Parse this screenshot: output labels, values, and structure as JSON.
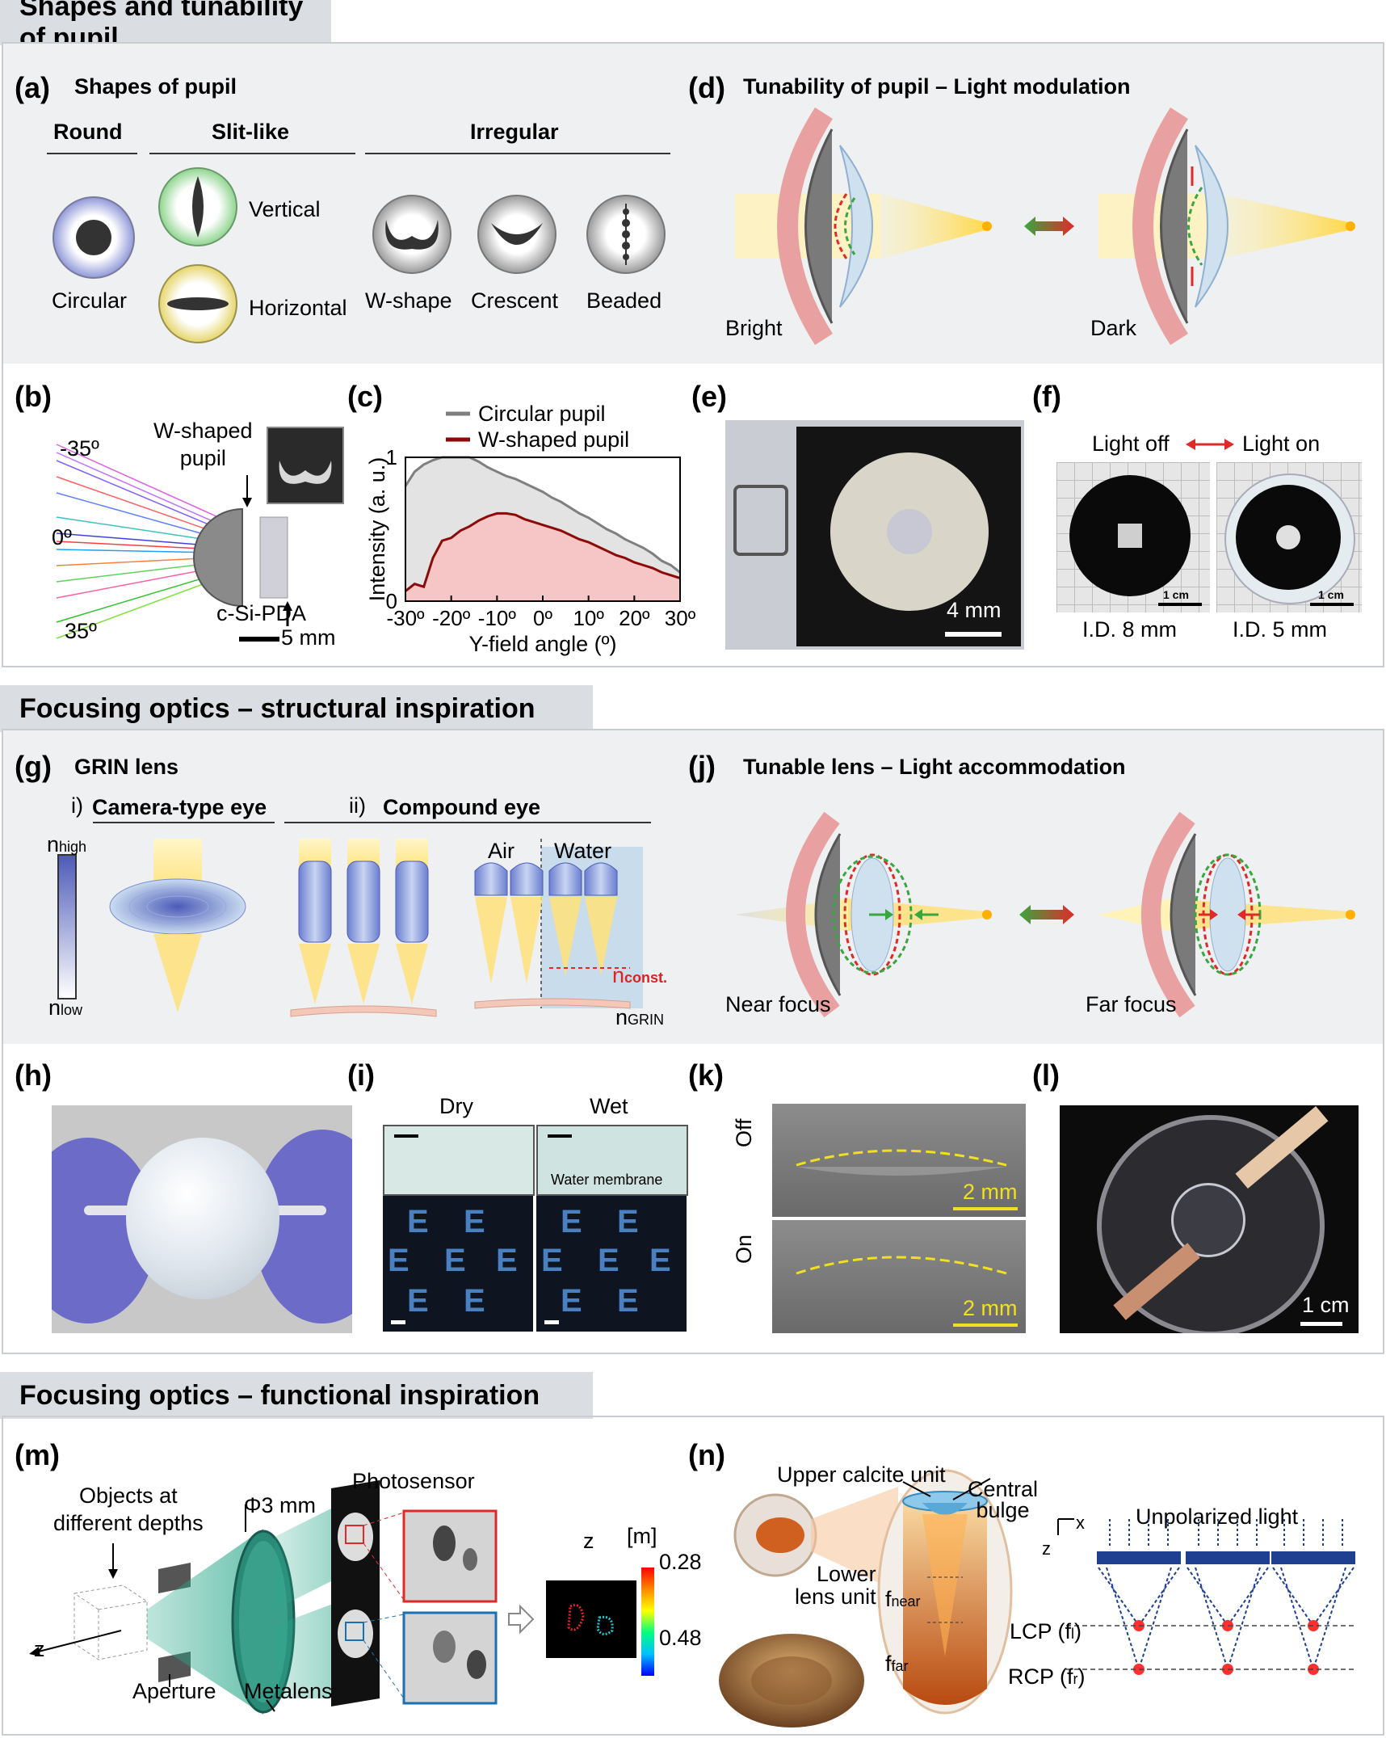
{
  "section1": {
    "title": "Shapes and tunability of pupil",
    "a": {
      "label": "(a)",
      "title": "Shapes of pupil",
      "groups": [
        "Round",
        "Slit-like",
        "Irregular"
      ],
      "shapes": [
        "Circular",
        "Vertical",
        "Horizontal",
        "W-shape",
        "Crescent",
        "Beaded"
      ]
    },
    "d": {
      "label": "(d)",
      "title": "Tunability of pupil –  Light modulation",
      "states": [
        "Bright",
        "Dark"
      ]
    },
    "b": {
      "label": "(b)",
      "pupil_label": "W-shaped\npupil",
      "angles": [
        "-35º",
        "0º",
        "35º"
      ],
      "detector": "c-Si-PDA",
      "scale": "5 mm"
    },
    "c": {
      "label": "(c)"
    },
    "e": {
      "label": "(e)",
      "scale": "4 mm"
    },
    "f": {
      "label": "(f)",
      "left": "Light off",
      "right": "Light on",
      "scale": "1 cm",
      "captions": [
        "I.D. 8 mm",
        "I.D. 5 mm"
      ]
    }
  },
  "section2": {
    "title": "Focusing optics – structural inspiration",
    "g": {
      "label": "(g)",
      "title": "GRIN lens",
      "sub_i_num": "i)",
      "sub_i": "Camera-type eye",
      "sub_ii_num": "ii)",
      "sub_ii": "Compound eye",
      "n_high_base": "n",
      "n_high_sub": "high",
      "n_low_base": "n",
      "n_low_sub": "low",
      "air": "Air",
      "water": "Water",
      "n_const_base": "n",
      "n_const_sub": "const.",
      "n_grin_base": "n",
      "n_grin_sub": "GRIN"
    },
    "j": {
      "label": "(j)",
      "title": "Tunable lens – Light accommodation",
      "states": [
        "Near focus",
        "Far focus"
      ]
    },
    "h": {
      "label": "(h)"
    },
    "i": {
      "label": "(i)",
      "dry": "Dry",
      "wet": "Wet",
      "membrane": "Water membrane",
      "letter": "E"
    },
    "k": {
      "label": "(k)",
      "off": "Off",
      "on": "On",
      "scale": "2 mm"
    },
    "l": {
      "label": "(l)",
      "scale": "1 cm"
    }
  },
  "section3": {
    "title": "Focusing optics – functional inspiration",
    "m": {
      "label": "(m)",
      "objects": "Objects at\ndifferent depths",
      "diameter": "Φ3 mm",
      "photosensor": "Photosensor",
      "aperture": "Aperture",
      "metalens": "Metalens",
      "z": "z",
      "unit": "[m]",
      "cbar_top": "0.28",
      "cbar_bottom": "0.48"
    },
    "n": {
      "label": "(n)",
      "upper": "Upper calcite unit",
      "bulge": "Central\nbulge",
      "lower": "Lower\nlens unit",
      "f_near_base": "f",
      "f_near_sub": "near",
      "f_far_base": "f",
      "f_far_sub": "far",
      "unpolarized": "Unpolarized light",
      "x": "x",
      "z": "z",
      "lcp_base": "LCP (f",
      "lcp_sub": "l",
      "lcp_end": ")",
      "rcp_base": "RCP (f",
      "rcp_sub": "r",
      "rcp_end": ")"
    }
  },
  "chart_data": {
    "type": "area",
    "title": "",
    "xlabel": "Y-field angle (º)",
    "ylabel": "Intensity (a. u.)",
    "xlim": [
      -30,
      30
    ],
    "ylim": [
      0,
      1
    ],
    "x_ticks": [
      "-30º",
      "-20º",
      "-10º",
      "0º",
      "10º",
      "20º",
      "30º"
    ],
    "y_ticks": [
      "0",
      "1"
    ],
    "legend_position": "top-right",
    "x": [
      -30,
      -28,
      -26,
      -24,
      -22,
      -20,
      -18,
      -16,
      -14,
      -12,
      -10,
      -8,
      -6,
      -4,
      -2,
      0,
      2,
      4,
      6,
      8,
      10,
      12,
      14,
      16,
      18,
      20,
      22,
      24,
      26,
      28,
      30
    ],
    "series": [
      {
        "name": "Circular pupil",
        "color": "#7f7f7f",
        "fill": "#e3e3e3",
        "values": [
          0.8,
          0.9,
          0.95,
          0.98,
          1.0,
          1.0,
          1.0,
          1.0,
          0.97,
          0.93,
          0.9,
          0.87,
          0.85,
          0.82,
          0.79,
          0.76,
          0.72,
          0.69,
          0.65,
          0.61,
          0.58,
          0.54,
          0.5,
          0.47,
          0.43,
          0.4,
          0.37,
          0.33,
          0.28,
          0.25,
          0.2
        ]
      },
      {
        "name": "W-shaped pupil",
        "color": "#8b0a0a",
        "fill": "#f6c6c6",
        "values": [
          0.07,
          0.12,
          0.1,
          0.3,
          0.42,
          0.44,
          0.49,
          0.52,
          0.56,
          0.59,
          0.61,
          0.61,
          0.6,
          0.57,
          0.55,
          0.53,
          0.51,
          0.49,
          0.46,
          0.43,
          0.41,
          0.38,
          0.35,
          0.32,
          0.3,
          0.27,
          0.25,
          0.23,
          0.2,
          0.18,
          0.16
        ]
      }
    ]
  }
}
